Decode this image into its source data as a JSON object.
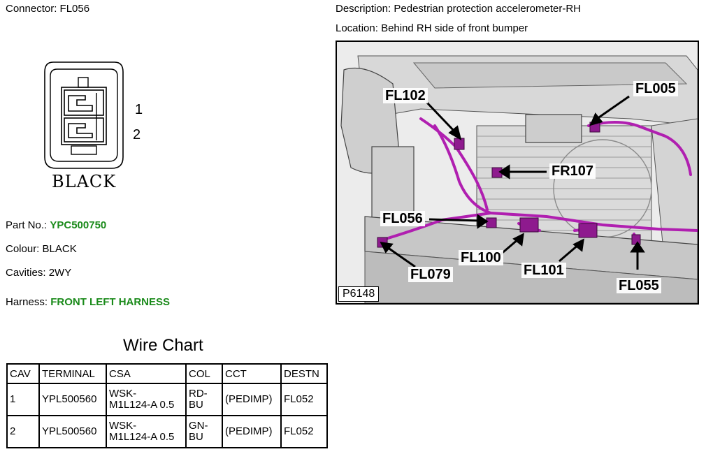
{
  "connector": {
    "label": "Connector:",
    "id": "FL056",
    "colour_text": "BLACK",
    "pin_1": "1",
    "pin_2": "2",
    "drawing_icon": "connector-face-drawing"
  },
  "details": {
    "part_label": "Part No.:",
    "part_value": "YPC500750",
    "colour_label": "Colour:",
    "colour_value": "BLACK",
    "cavities_label": "Cavities:",
    "cavities_value": "2WY",
    "harness_label": "Harness:",
    "harness_value": "FRONT LEFT HARNESS",
    "link_color": "#1a8a1a"
  },
  "location": {
    "description_label": "Description:",
    "description_value": "Pedestrian protection accelerometer-RH",
    "location_label": "Location:",
    "location_value": "Behind RH side of front bumper"
  },
  "photo": {
    "id": "P6148",
    "harness_color": "#b01fb0",
    "callouts": {
      "fl102": "FL102",
      "fl005": "FL005",
      "fr107": "FR107",
      "fl056": "FL056",
      "fl100": "FL100",
      "fl079": "FL079",
      "fl101": "FL101",
      "fl055": "FL055"
    }
  },
  "wire_chart": {
    "title": "Wire Chart",
    "headers": {
      "cav": "CAV",
      "terminal": "TERMINAL",
      "csa": "CSA",
      "col": "COL",
      "cct": "CCT",
      "destn": "DESTN"
    },
    "rows": [
      {
        "cav": "1",
        "terminal": "YPL500560",
        "csa_a": "WSK-",
        "csa_b": "M1L124-A 0.5",
        "col_a": "RD-",
        "col_b": "BU",
        "cct": "(PEDIMP)",
        "destn": "FL052"
      },
      {
        "cav": "2",
        "terminal": "YPL500560",
        "csa_a": "WSK-",
        "csa_b": "M1L124-A 0.5",
        "col_a": "GN-",
        "col_b": "BU",
        "cct": "(PEDIMP)",
        "destn": "FL052"
      }
    ]
  }
}
